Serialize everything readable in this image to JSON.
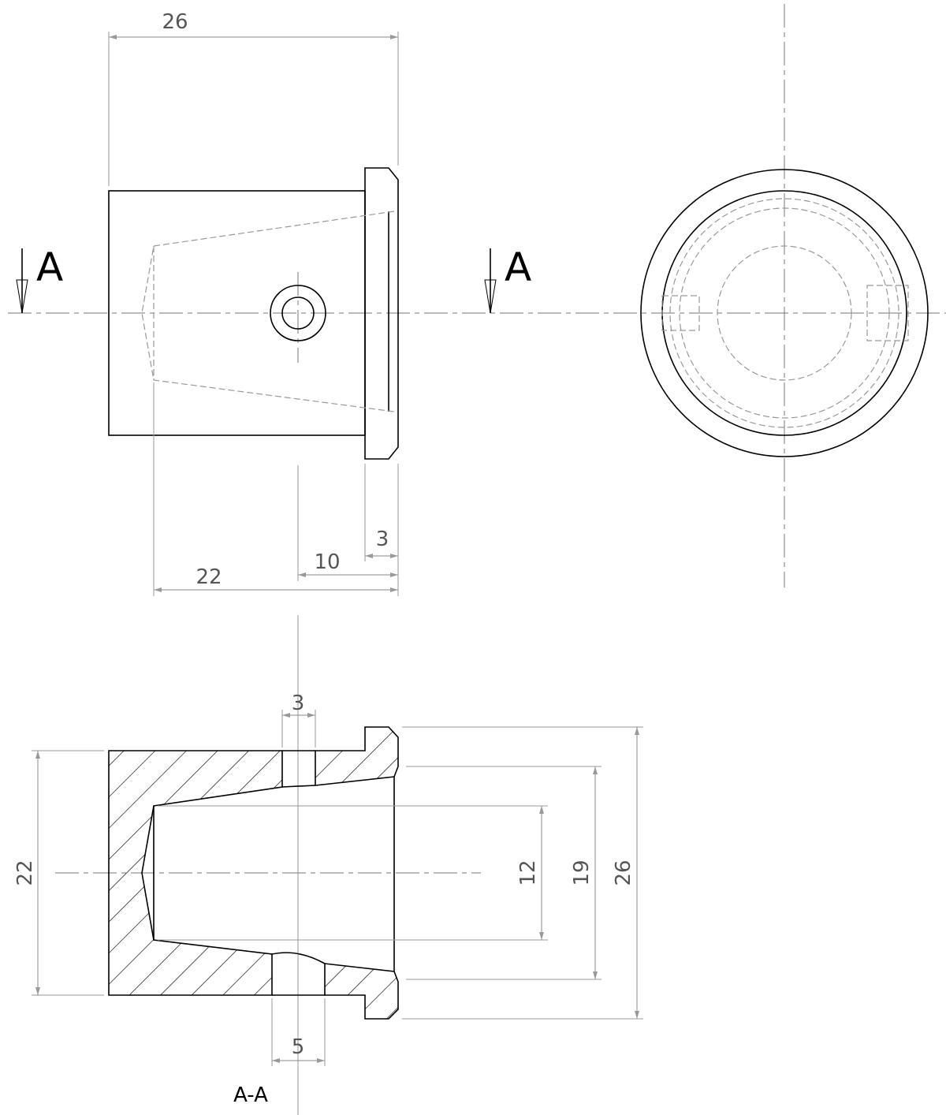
{
  "drawing": {
    "section_marker": "A",
    "section_label": "A-A",
    "front_view_dims": {
      "overall_length": "26",
      "bore_depth": "22",
      "hole_position": "10",
      "flange_thickness": "3"
    },
    "section_view_dims": {
      "top_hole_dia": "3",
      "bottom_hole_dia": "5",
      "body_dia": "22",
      "bore_small_dia": "12",
      "bore_large_dia": "19",
      "flange_dia": "26"
    }
  }
}
